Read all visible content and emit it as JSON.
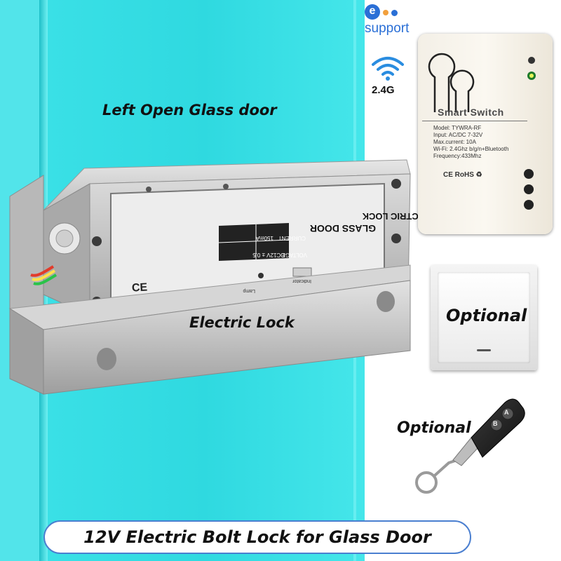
{
  "brand": {
    "logo_letter": "e",
    "logo_word": "support"
  },
  "wifi_badge": {
    "label": "2.4G",
    "icon": "wifi-icon"
  },
  "relay": {
    "title": "Smart Switch",
    "specs": [
      "Model: TYWRA-RF",
      "Input: AC/DC 7-32V",
      "Max.current: 10A",
      "Wi-Fi: 2.4Ghz b/g/n+Bluetooth",
      "Frequency:433Mhz"
    ],
    "certifications": "CE RoHS ♻"
  },
  "lock": {
    "header": "GLASS DOOR",
    "subheader": "ELECTRIC LOCK",
    "current_label": "CURRENT",
    "current_value": "150mA",
    "voltage_label": "VOLTAGE",
    "voltage_value": "DC12V ± 0.5",
    "indicator_label": "Indicator",
    "lamp_label": "Lamp",
    "ce_mark": "CE"
  },
  "captions": {
    "door": "Left Open Glass door",
    "lock": "Electric Lock",
    "switch_optional": "Optional",
    "remote_optional": "Optional"
  },
  "remote": {
    "button_a": "A",
    "button_b": "B"
  },
  "banner": "12V Electric Bolt Lock for Glass Door",
  "colors": {
    "glass": "#2fe3e3",
    "banner_border": "#4a7fd0",
    "logo_blue": "#2a6fd6",
    "logo_orange": "#f2a03d"
  }
}
